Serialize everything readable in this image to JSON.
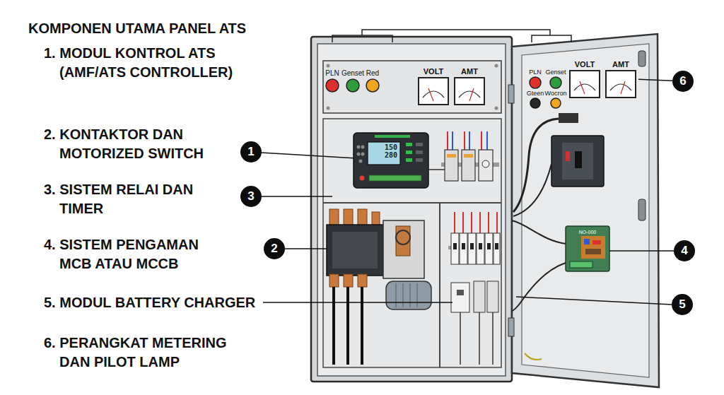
{
  "diagram": {
    "title": "KOMPONEN UTAMA PANEL ATS",
    "nodes": [
      {
        "text": [
          "VOLT"
        ]
      },
      {
        "text": [
          "AMT"
        ]
      },
      {
        "text": [
          "VOLT"
        ]
      },
      {
        "text": [
          "AMT"
        ]
      },
      {
        "text": [
          "6"
        ]
      },
      {
        "text": [
          "150",
          "280"
        ]
      },
      {
        "text": [
          "1"
        ]
      },
      {
        "text": [
          "3"
        ]
      },
      {
        "text": [
          "2"
        ]
      },
      {
        "text": [
          "4"
        ]
      },
      {
        "text": [
          "5"
        ]
      }
    ],
    "edges": [
      {
        "from": 6,
        "to": 5,
        "arrow": "none"
      },
      {
        "from": 4,
        "to": 3,
        "arrow": "none"
      }
    ],
    "labels": [
      "1. MODUL KONTROL ATS (AMF/ATS CONTROLLER)",
      "2. KONTAKTOR DAN MOTORIZED SWITCH",
      "3. SISTEM RELAI DAN TIMER",
      "4. SISTEM PENGAMAN MCB ATAU MCCB",
      "5. MODUL BATTERY CHARGER",
      "6. PERANGKAT METERING DAN PILOT LAMP",
      "PLN",
      "Genset",
      "Red",
      "PLN",
      "Genset",
      "Gteen",
      "Wocron",
      "NO-000"
    ]
  }
}
